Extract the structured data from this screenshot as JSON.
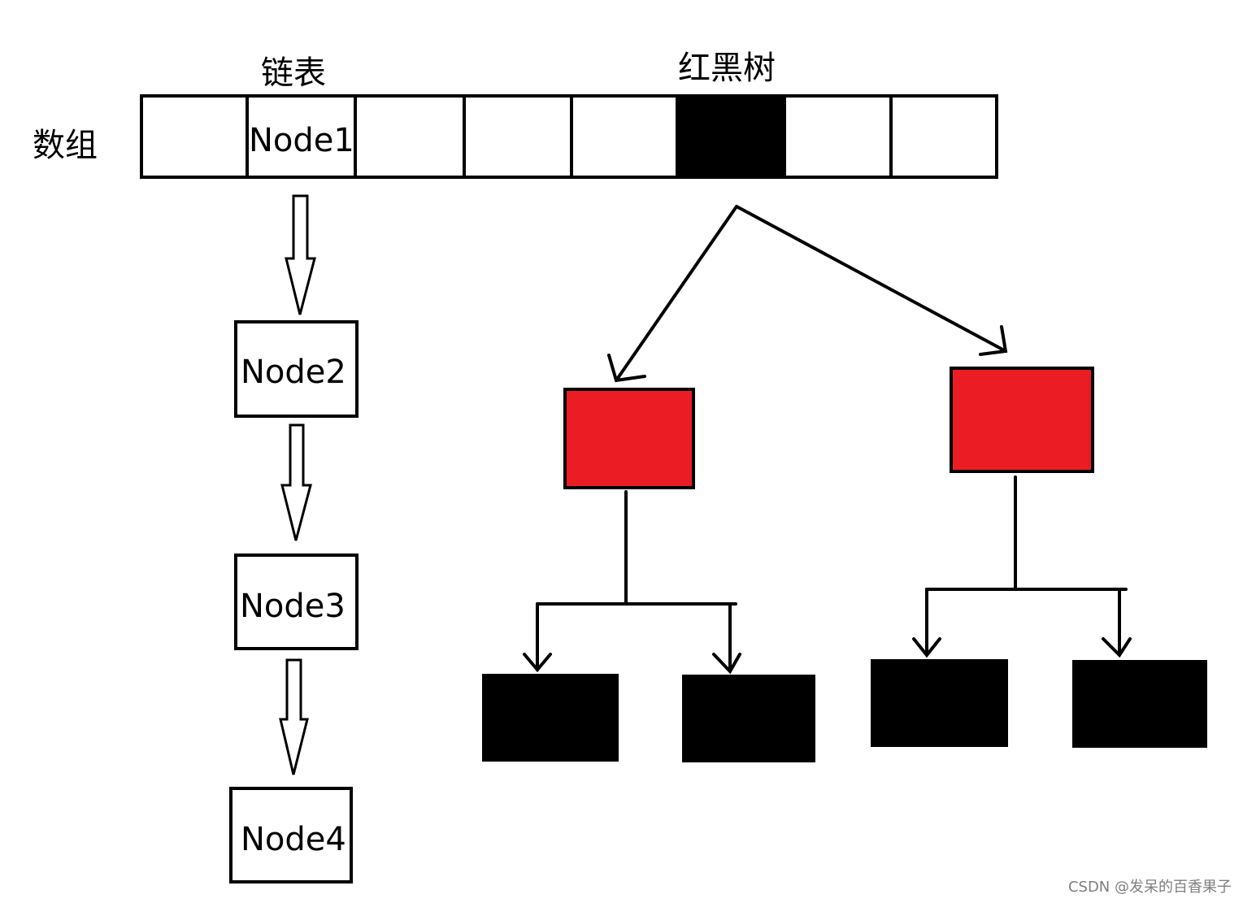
{
  "labels": {
    "array": "数组",
    "linked_list": "链表",
    "red_black_tree": "红黑树"
  },
  "array_cells": [
    {
      "text": "",
      "fill": "white"
    },
    {
      "text": "Node1",
      "fill": "white"
    },
    {
      "text": "",
      "fill": "white"
    },
    {
      "text": "",
      "fill": "white"
    },
    {
      "text": "",
      "fill": "white"
    },
    {
      "text": "",
      "fill": "black"
    },
    {
      "text": "",
      "fill": "white"
    },
    {
      "text": "",
      "fill": "white"
    }
  ],
  "list_nodes": [
    "Node2",
    "Node3",
    "Node4"
  ],
  "tree": {
    "children": [
      {
        "fill": "red",
        "children": [
          {
            "fill": "black"
          },
          {
            "fill": "black"
          }
        ]
      },
      {
        "fill": "red",
        "children": [
          {
            "fill": "black"
          },
          {
            "fill": "black"
          }
        ]
      }
    ]
  },
  "colors": {
    "red": "#ec1c24",
    "black": "#000000",
    "white": "#ffffff",
    "watermark": "#7f7f7f"
  },
  "watermark": "CSDN @发呆的百香果子"
}
